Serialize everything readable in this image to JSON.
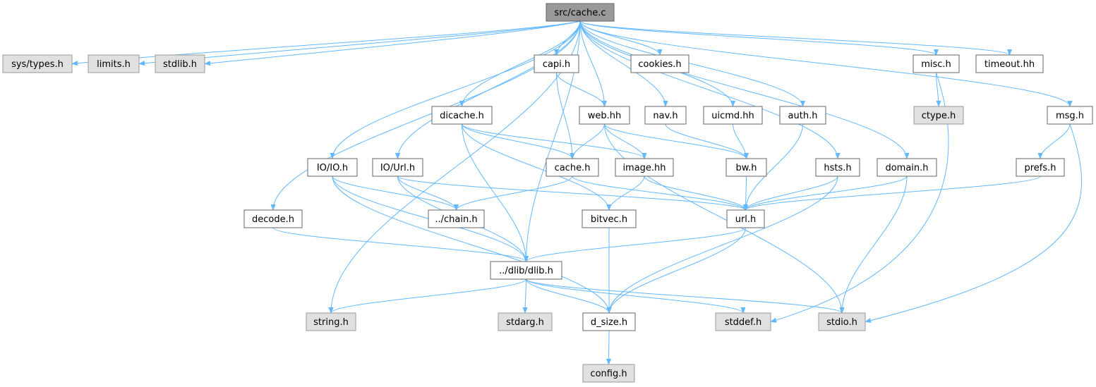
{
  "colors": {
    "edge": "#63b8ff",
    "root_fill": "#999999",
    "local_fill": "#ffffff",
    "system_fill": "#e0e0e0",
    "border": "#666666"
  },
  "nodes": [
    {
      "id": "cache_c",
      "label": "src/cache.c",
      "kind": "root"
    },
    {
      "id": "sys_types",
      "label": "sys/types.h",
      "kind": "system"
    },
    {
      "id": "limits",
      "label": "limits.h",
      "kind": "system"
    },
    {
      "id": "stdlib",
      "label": "stdlib.h",
      "kind": "system"
    },
    {
      "id": "capi",
      "label": "capi.h",
      "kind": "local"
    },
    {
      "id": "cookies",
      "label": "cookies.h",
      "kind": "local"
    },
    {
      "id": "misc",
      "label": "misc.h",
      "kind": "local"
    },
    {
      "id": "timeout",
      "label": "timeout.hh",
      "kind": "local"
    },
    {
      "id": "ctype",
      "label": "ctype.h",
      "kind": "system"
    },
    {
      "id": "dicache",
      "label": "dicache.h",
      "kind": "local"
    },
    {
      "id": "web",
      "label": "web.hh",
      "kind": "local"
    },
    {
      "id": "nav",
      "label": "nav.h",
      "kind": "local"
    },
    {
      "id": "uicmd",
      "label": "uicmd.hh",
      "kind": "local"
    },
    {
      "id": "auth",
      "label": "auth.h",
      "kind": "local"
    },
    {
      "id": "msg",
      "label": "msg.h",
      "kind": "local"
    },
    {
      "id": "io_io",
      "label": "IO/IO.h",
      "kind": "local"
    },
    {
      "id": "io_url",
      "label": "IO/Url.h",
      "kind": "local"
    },
    {
      "id": "cache_h",
      "label": "cache.h",
      "kind": "local"
    },
    {
      "id": "image",
      "label": "image.hh",
      "kind": "local"
    },
    {
      "id": "bw",
      "label": "bw.h",
      "kind": "local"
    },
    {
      "id": "hsts",
      "label": "hsts.h",
      "kind": "local"
    },
    {
      "id": "domain",
      "label": "domain.h",
      "kind": "local"
    },
    {
      "id": "prefs",
      "label": "prefs.h",
      "kind": "local"
    },
    {
      "id": "decode",
      "label": "decode.h",
      "kind": "local"
    },
    {
      "id": "chain",
      "label": "../chain.h",
      "kind": "local"
    },
    {
      "id": "bitvec",
      "label": "bitvec.h",
      "kind": "local"
    },
    {
      "id": "url",
      "label": "url.h",
      "kind": "local"
    },
    {
      "id": "dlib",
      "label": "../dlib/dlib.h",
      "kind": "local"
    },
    {
      "id": "string",
      "label": "string.h",
      "kind": "system"
    },
    {
      "id": "stdarg",
      "label": "stdarg.h",
      "kind": "system"
    },
    {
      "id": "d_size",
      "label": "d_size.h",
      "kind": "local"
    },
    {
      "id": "stddef",
      "label": "stddef.h",
      "kind": "system"
    },
    {
      "id": "stdio",
      "label": "stdio.h",
      "kind": "system"
    },
    {
      "id": "config",
      "label": "config.h",
      "kind": "system"
    }
  ],
  "edges": [
    [
      "cache_c",
      "sys_types"
    ],
    [
      "cache_c",
      "limits"
    ],
    [
      "cache_c",
      "stdlib"
    ],
    [
      "cache_c",
      "capi"
    ],
    [
      "cache_c",
      "cookies"
    ],
    [
      "cache_c",
      "misc"
    ],
    [
      "cache_c",
      "timeout"
    ],
    [
      "cache_c",
      "dicache"
    ],
    [
      "cache_c",
      "web"
    ],
    [
      "cache_c",
      "nav"
    ],
    [
      "cache_c",
      "uicmd"
    ],
    [
      "cache_c",
      "auth"
    ],
    [
      "cache_c",
      "msg"
    ],
    [
      "cache_c",
      "io_io"
    ],
    [
      "cache_c",
      "io_url"
    ],
    [
      "cache_c",
      "hsts"
    ],
    [
      "cache_c",
      "domain"
    ],
    [
      "cache_c",
      "decode"
    ],
    [
      "cache_c",
      "dlib"
    ],
    [
      "cache_c",
      "string"
    ],
    [
      "capi",
      "web"
    ],
    [
      "capi",
      "cache_h"
    ],
    [
      "misc",
      "ctype"
    ],
    [
      "misc",
      "stddef"
    ],
    [
      "dicache",
      "cache_h"
    ],
    [
      "dicache",
      "image"
    ],
    [
      "dicache",
      "bitvec"
    ],
    [
      "dicache",
      "dlib"
    ],
    [
      "web",
      "cache_h"
    ],
    [
      "web",
      "image"
    ],
    [
      "web",
      "bw"
    ],
    [
      "web",
      "stdio"
    ],
    [
      "nav",
      "bw"
    ],
    [
      "uicmd",
      "bw"
    ],
    [
      "auth",
      "url"
    ],
    [
      "msg",
      "prefs"
    ],
    [
      "msg",
      "stdio"
    ],
    [
      "io_io",
      "chain"
    ],
    [
      "io_io",
      "dlib"
    ],
    [
      "io_io",
      "d_size"
    ],
    [
      "io_url",
      "chain"
    ],
    [
      "io_url",
      "url"
    ],
    [
      "io_url",
      "dlib"
    ],
    [
      "cache_h",
      "chain"
    ],
    [
      "cache_h",
      "url"
    ],
    [
      "image",
      "bitvec"
    ],
    [
      "image",
      "url"
    ],
    [
      "bw",
      "url"
    ],
    [
      "hsts",
      "url"
    ],
    [
      "hsts",
      "d_size"
    ],
    [
      "domain",
      "url"
    ],
    [
      "domain",
      "stdio"
    ],
    [
      "prefs",
      "url"
    ],
    [
      "decode",
      "dlib"
    ],
    [
      "bitvec",
      "d_size"
    ],
    [
      "url",
      "dlib"
    ],
    [
      "url",
      "d_size"
    ],
    [
      "dlib",
      "string"
    ],
    [
      "dlib",
      "stdarg"
    ],
    [
      "dlib",
      "d_size"
    ],
    [
      "dlib",
      "stddef"
    ],
    [
      "dlib",
      "stdio"
    ],
    [
      "d_size",
      "config"
    ]
  ]
}
